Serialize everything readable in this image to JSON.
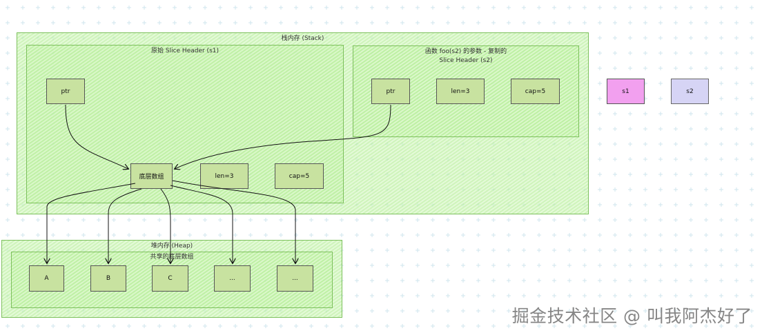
{
  "stack": {
    "title": "栈内存 (Stack)",
    "s1_header": {
      "title": "原始 Slice Header (s1)",
      "ptr": "ptr"
    },
    "s2_header": {
      "title_line1": "函数 foo(s2) 的参数 - 复制的",
      "title_line2": "Slice Header (s2)",
      "ptr": "ptr",
      "len": "len=3",
      "cap": "cap=5"
    },
    "array_box": "底层数组",
    "len": "len=3",
    "cap": "cap=5"
  },
  "heap": {
    "title": "堆内存 (Heap)",
    "shared_title": "共享的底层数组",
    "elements": [
      "A",
      "B",
      "C",
      "...",
      "..."
    ]
  },
  "legend": {
    "s1": "s1",
    "s2": "s2"
  },
  "colors": {
    "region_fill": "#bef2a0",
    "region_border": "#7cc05c",
    "box_fill": "#c8e2a0",
    "s1_fill": "#f2a0ef",
    "s2_fill": "#d6d4f5"
  },
  "watermark": "掘金技术社区 @ 叫我阿杰好了"
}
